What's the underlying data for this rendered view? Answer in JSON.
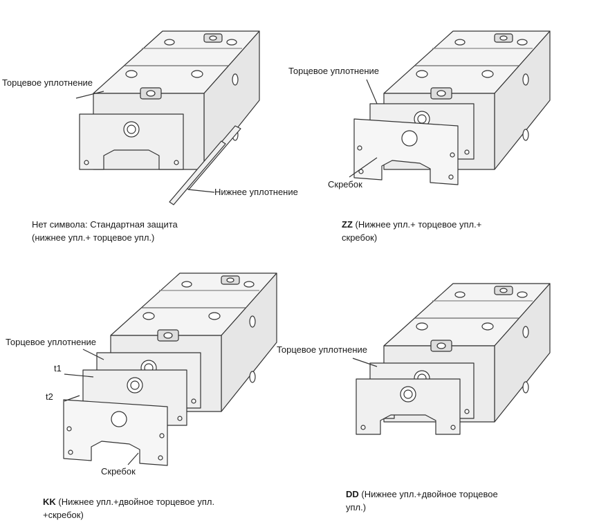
{
  "panels": [
    {
      "id": "standard",
      "callouts": {
        "end_seal": "Торцевое уплотнение",
        "bottom_seal": "Нижнее уплотнение"
      },
      "caption": {
        "code": "",
        "line1": "Нет символа: Стандартная защита",
        "line2": "(нижнее упл.+ торцевое упл.)"
      }
    },
    {
      "id": "zz",
      "callouts": {
        "end_seal": "Торцевое уплотнение",
        "scraper": "Скребок"
      },
      "caption": {
        "code": "ZZ",
        "line1": " (Нижнее упл.+ торцевое упл.+",
        "line2": "скребок)"
      }
    },
    {
      "id": "kk",
      "callouts": {
        "end_seal": "Торцевое уплотнение",
        "scraper": "Скребок",
        "t1": "t1",
        "t2": "t2"
      },
      "caption": {
        "code": "KK",
        "line1": " (Нижнее упл.+двойное торцевое упл.",
        "line2": "+скребок)"
      }
    },
    {
      "id": "dd",
      "callouts": {
        "end_seal": "Торцевое уплотнение"
      },
      "caption": {
        "code": "DD",
        "line1": " (Нижнее упл.+двойное торцевое",
        "line2": "упл.)"
      }
    }
  ]
}
